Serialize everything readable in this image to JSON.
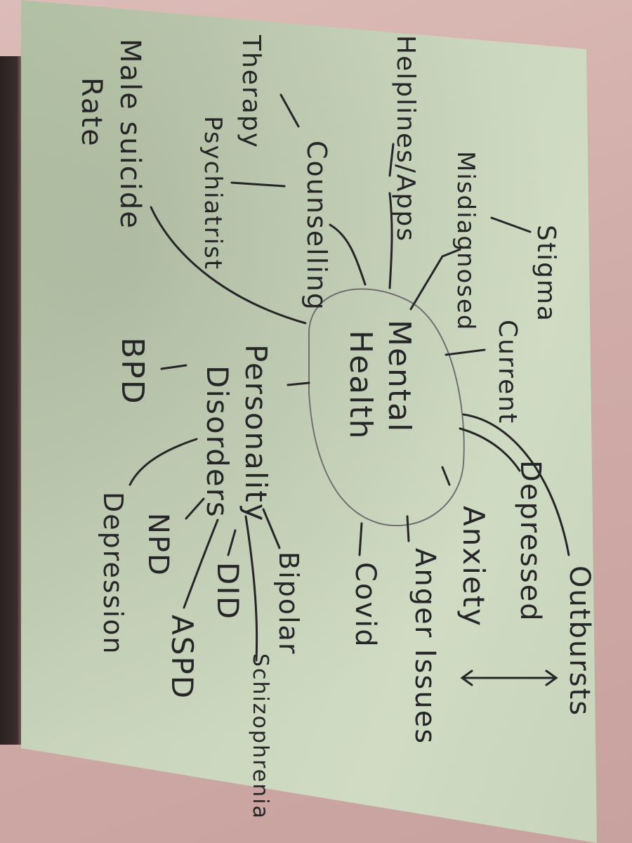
{
  "center": {
    "line1": "Mental",
    "line2": "Health"
  },
  "branches": {
    "stigma": "Stigma",
    "misdiagnosed": "Misdiagnosed",
    "current": "Current",
    "outbursts": "Outbursts",
    "depressed": "Depressed",
    "anxiety": "Anxiety",
    "anger_issues": "Anger Issues",
    "covid": "Covid",
    "helplines_apps": "Helplines/Apps",
    "counselling": "Counselling",
    "therapy": "Therapy",
    "psychiatrist": "Psychiatrist",
    "male_suicide": "Male suicide",
    "rate": "Rate",
    "personality": "Personality",
    "disorders": "Disorders",
    "bpd": "BPD",
    "npd": "NPD",
    "depression": "Depression",
    "aspd": "ASPD",
    "did": "DID",
    "bipolar": "Bipolar",
    "schizophrenia": "Schizophrenia"
  },
  "colors": {
    "ink": "#262626",
    "pencil": "#707070",
    "paper": "#c8d4bb",
    "table": "#d9b8b4"
  }
}
